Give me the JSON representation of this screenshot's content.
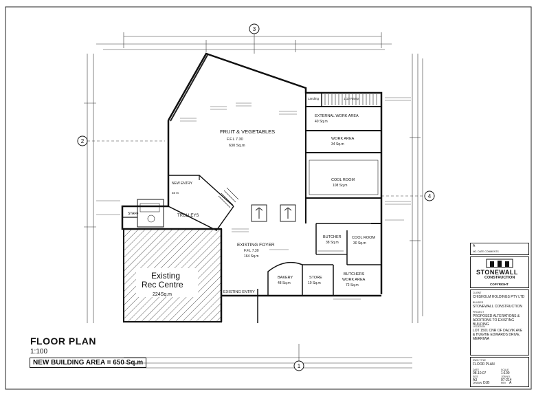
{
  "drawing": {
    "title": "FLOOR PLAN",
    "scale": "1:100",
    "new_area": "NEW BUILDING AREA = 650 Sq.m",
    "grid_markers": [
      "3",
      "2",
      "4",
      "1"
    ]
  },
  "rooms": {
    "fruit_veg": {
      "name": "FRUIT & VEGETABLES",
      "ffl": "F.F.L 7.30",
      "area": "630 Sq.m"
    },
    "landing": {
      "name": "Landing"
    },
    "ramp": {
      "name": "1:10 Ramp"
    },
    "ext_work": {
      "name": "EXTERNAL WORK AREA",
      "area": "40 Sq.m"
    },
    "work_area": {
      "name": "WORK AREA",
      "area": "34 Sq.m"
    },
    "cool_room_1": {
      "name": "COOL ROOM",
      "area": "108 Sq.m"
    },
    "new_entry": {
      "name": "NEW ENTRY",
      "area": "33 m"
    },
    "staff": {
      "name": "STAFF"
    },
    "trolleys": {
      "name": "TROLLEYS"
    },
    "foyer": {
      "name": "EXISTING FOYER",
      "ffl": "F.F.L 7.30",
      "area": "164 Sq.m"
    },
    "butcher": {
      "name": "BUTCHER",
      "area": "38 Sq.m"
    },
    "cool_room_2": {
      "name": "COOL ROOM",
      "area": "30 Sq.m"
    },
    "butchers_work": {
      "name": "BUTCHERS WORK AREA",
      "area": "72 Sq.m"
    },
    "bakery": {
      "name": "BAKERY",
      "area": "48 Sq.m"
    },
    "store": {
      "name": "STORE",
      "area": "10 Sq.m"
    },
    "rec_centre": {
      "name_line1": "Existing",
      "name_line2": "Rec Centre",
      "area": "224Sq.m"
    },
    "existing_entry": {
      "name": "EXISTING ENTRY"
    }
  },
  "title_block": {
    "revision_header": "A",
    "revision_cols": "NO. DATE COMMENTS",
    "company_line1": "STONEWALL",
    "company_line2": "CONSTRUCTION",
    "copyright": "COPYRIGHT",
    "client_label": "CLIENT",
    "client": "CHISHOLM HOLDINGS PTY LTD",
    "builder_label": "BUILDER",
    "builder": "STONEWALL CONSTRUCTION",
    "project_label": "PROJECT",
    "project_line1": "PROPOSED ALTERATIONS &",
    "project_line2": "ADDITIONS TO EXISTING BUILDING",
    "location_label": "LOCATION",
    "location_line1": "LOT 1501 CNR OF DALVIK AVE",
    "location_line2": "& HUGHIE EDWARDS DRIVE,",
    "location_line3": "MERRIWA",
    "dwg_title_label": "DWG TITLE",
    "dwg_title": "FLOOR PLAN",
    "date_label": "DATE",
    "date": "08.10.07",
    "scale_label": "SCALE",
    "scale": "1:100",
    "size_label": "SIZE",
    "size": "A3",
    "job_label": "JOB No.",
    "job": "07-214",
    "drawn_label": "DRAWN",
    "drawn": "DJB",
    "rev_label": "REV",
    "rev": "A"
  }
}
